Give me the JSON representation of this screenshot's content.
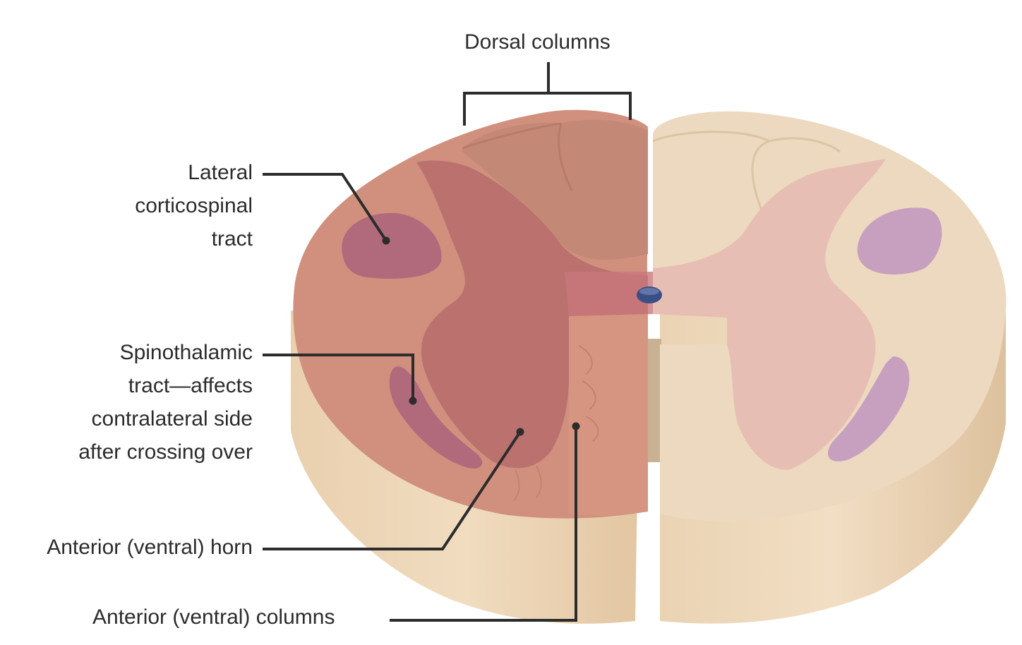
{
  "labels": {
    "dorsal_columns": "Dorsal columns",
    "lateral_corticospinal": [
      "Lateral",
      "corticospinal",
      "tract"
    ],
    "spinothalamic": [
      "Spinothalamic",
      "tract—affects",
      "contralateral side",
      "after crossing over"
    ],
    "anterior_horn": "Anterior (ventral) horn",
    "anterior_columns": "Anterior (ventral) columns"
  },
  "colors": {
    "cord_cream": "#ecd8bf",
    "cord_side": "#e6cba8",
    "left_white_matter": "#cf8f7c",
    "left_gray_matter": "#b96f6c",
    "left_tract": "#b06a7c",
    "right_gray_matter": "#e6b7b0",
    "right_tract": "#c9a0bd",
    "central_canal": "#3a4f86",
    "leader_line": "#2c2c2c"
  }
}
